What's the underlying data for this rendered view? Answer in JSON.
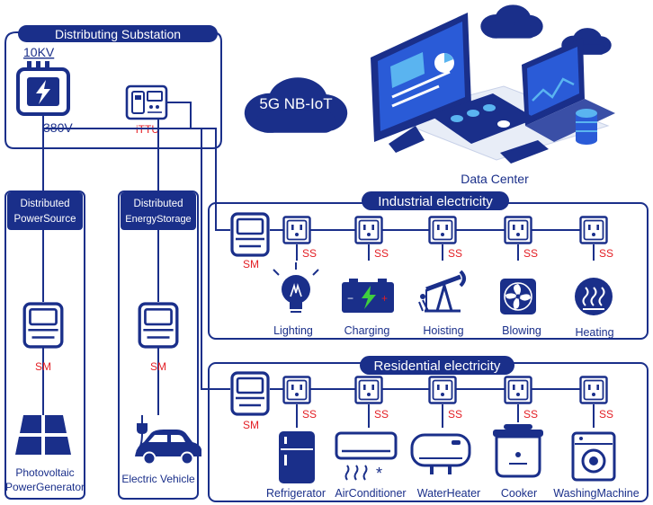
{
  "substation": {
    "title": "Distributing Substation",
    "high_voltage": "10KV",
    "low_voltage": "380V",
    "ittu_label": "iTTU"
  },
  "network_label": "5G NB-IoT",
  "data_center_label": "Data Center",
  "left_columns": [
    {
      "header_line1": "Distributed",
      "header_line2": "PowerSource",
      "meter_label": "SM",
      "device_line1": "Photovoltaic",
      "device_line2": "PowerGenerator"
    },
    {
      "header_line1": "Distributed",
      "header_line2": "EnergyStorage",
      "meter_label": "SM",
      "device_line1": "Electric Vehicle",
      "device_line2": ""
    }
  ],
  "industrial": {
    "title": "Industrial electricity",
    "meter_label": "SM",
    "socket_label": "SS",
    "devices": [
      "Lighting",
      "Charging",
      "Hoisting",
      "Blowing",
      "Heating"
    ]
  },
  "residential": {
    "title": "Residential electricity",
    "meter_label": "SM",
    "socket_label": "SS",
    "devices": [
      "Refrigerator",
      "AirConditioner",
      "WaterHeater",
      "Cooker",
      "WashingMachine"
    ]
  },
  "colors": {
    "navy": "#1a2f8a",
    "label_red": "#e31e24",
    "screen_blue": "#2a5bd7",
    "sky_blue": "#5ab4f0"
  }
}
